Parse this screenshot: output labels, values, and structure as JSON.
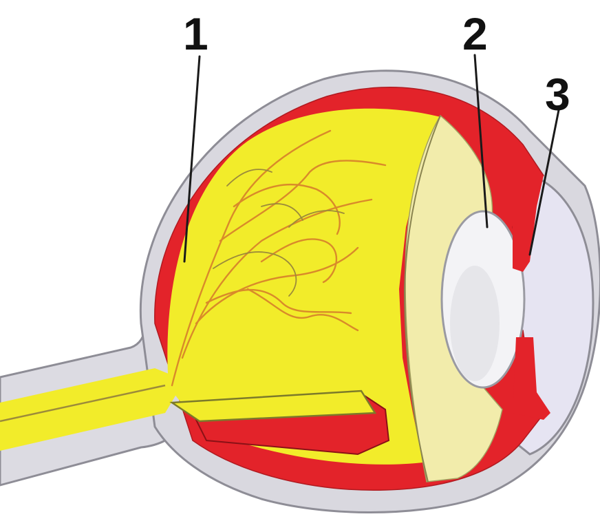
{
  "diagram": {
    "labels": [
      {
        "id": "label-1",
        "text": "1"
      },
      {
        "id": "label-2",
        "text": "2"
      },
      {
        "id": "label-3",
        "text": "3"
      }
    ]
  },
  "colors": {
    "sclera": "#d9d8df",
    "sclera_outline": "#8e8d96",
    "choroid": "#e3232a",
    "retina_vitreous": "#f2ec2a",
    "vitreous_front": "#f2ecab",
    "lens": "#f3f3f6",
    "cornea": "#e6e4f2",
    "vessels": "#d98a2a"
  }
}
